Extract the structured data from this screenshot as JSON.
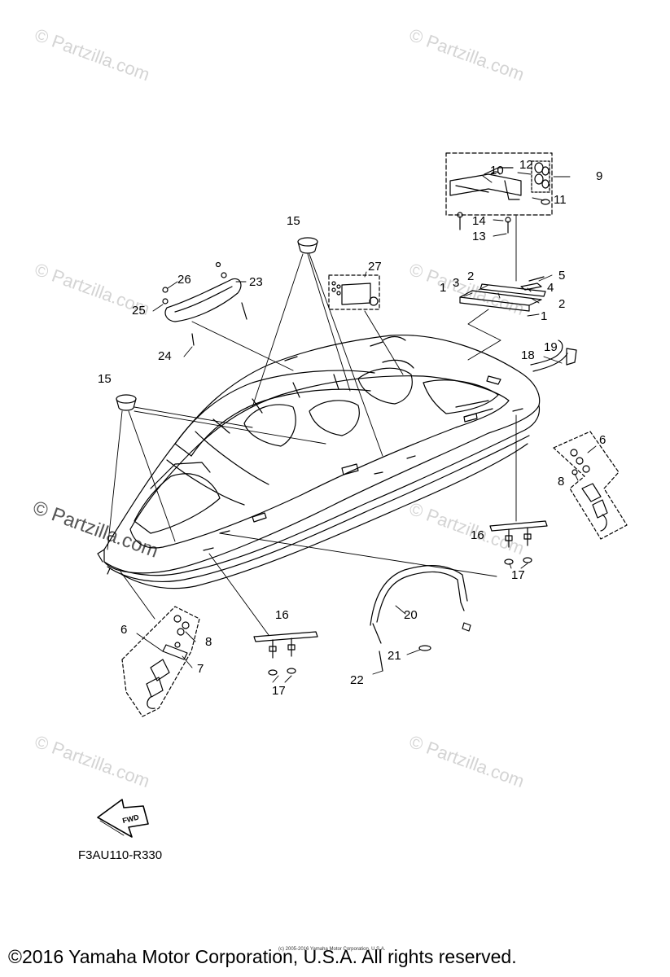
{
  "watermark": "© Partzilla.com",
  "diagram_code": "F3AU110-R330",
  "fwd_label": "FWD",
  "small_copyright": "(c) 2005-2016 Yamaha Motor Corporation, U.S.A.",
  "copyright": "©2016 Yamaha Motor Corporation, U.S.A. All rights reserved.",
  "callouts": {
    "c1a": "1",
    "c1b": "1",
    "c2a": "2",
    "c2b": "2",
    "c3": "3",
    "c4": "4",
    "c5": "5",
    "c6a": "6",
    "c6b": "6",
    "c7": "7",
    "c8a": "8",
    "c8b": "8",
    "c9": "9",
    "c10": "10",
    "c11": "11",
    "c12": "12",
    "c13": "13",
    "c14": "14",
    "c15a": "15",
    "c15b": "15",
    "c16a": "16",
    "c16b": "16",
    "c17a": "17",
    "c17b": "17",
    "c18": "18",
    "c19": "19",
    "c20": "20",
    "c21": "21",
    "c22": "22",
    "c23": "23",
    "c24": "24",
    "c25": "25",
    "c26": "26",
    "c27": "27"
  },
  "colors": {
    "line": "#000000",
    "watermark": "#d4d4d4"
  }
}
